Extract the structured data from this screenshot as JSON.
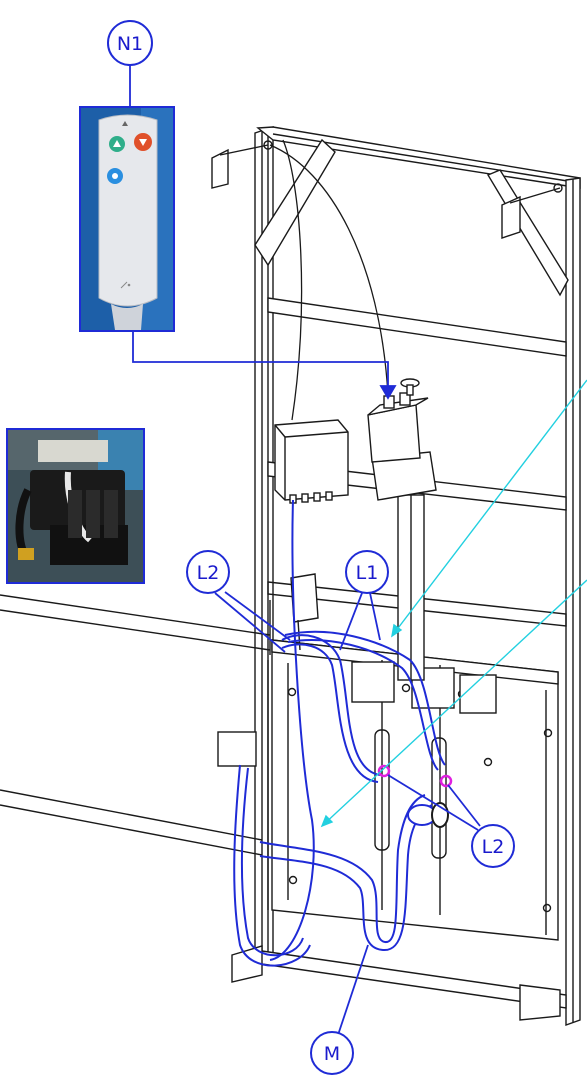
{
  "callouts": {
    "n1": "N1",
    "l1": "L1",
    "l2_left": "L2",
    "l2_right": "L2",
    "m": "M"
  },
  "colors": {
    "frame": "#1a1a1a",
    "hose": "#1f2bd6",
    "cyan_leader": "#22d0e0",
    "fitting": "#e020e0",
    "photo_border": "#1f2bd6"
  },
  "icons": [
    "remote-up-button-icon",
    "remote-down-button-icon",
    "remote-mode-button-icon"
  ]
}
